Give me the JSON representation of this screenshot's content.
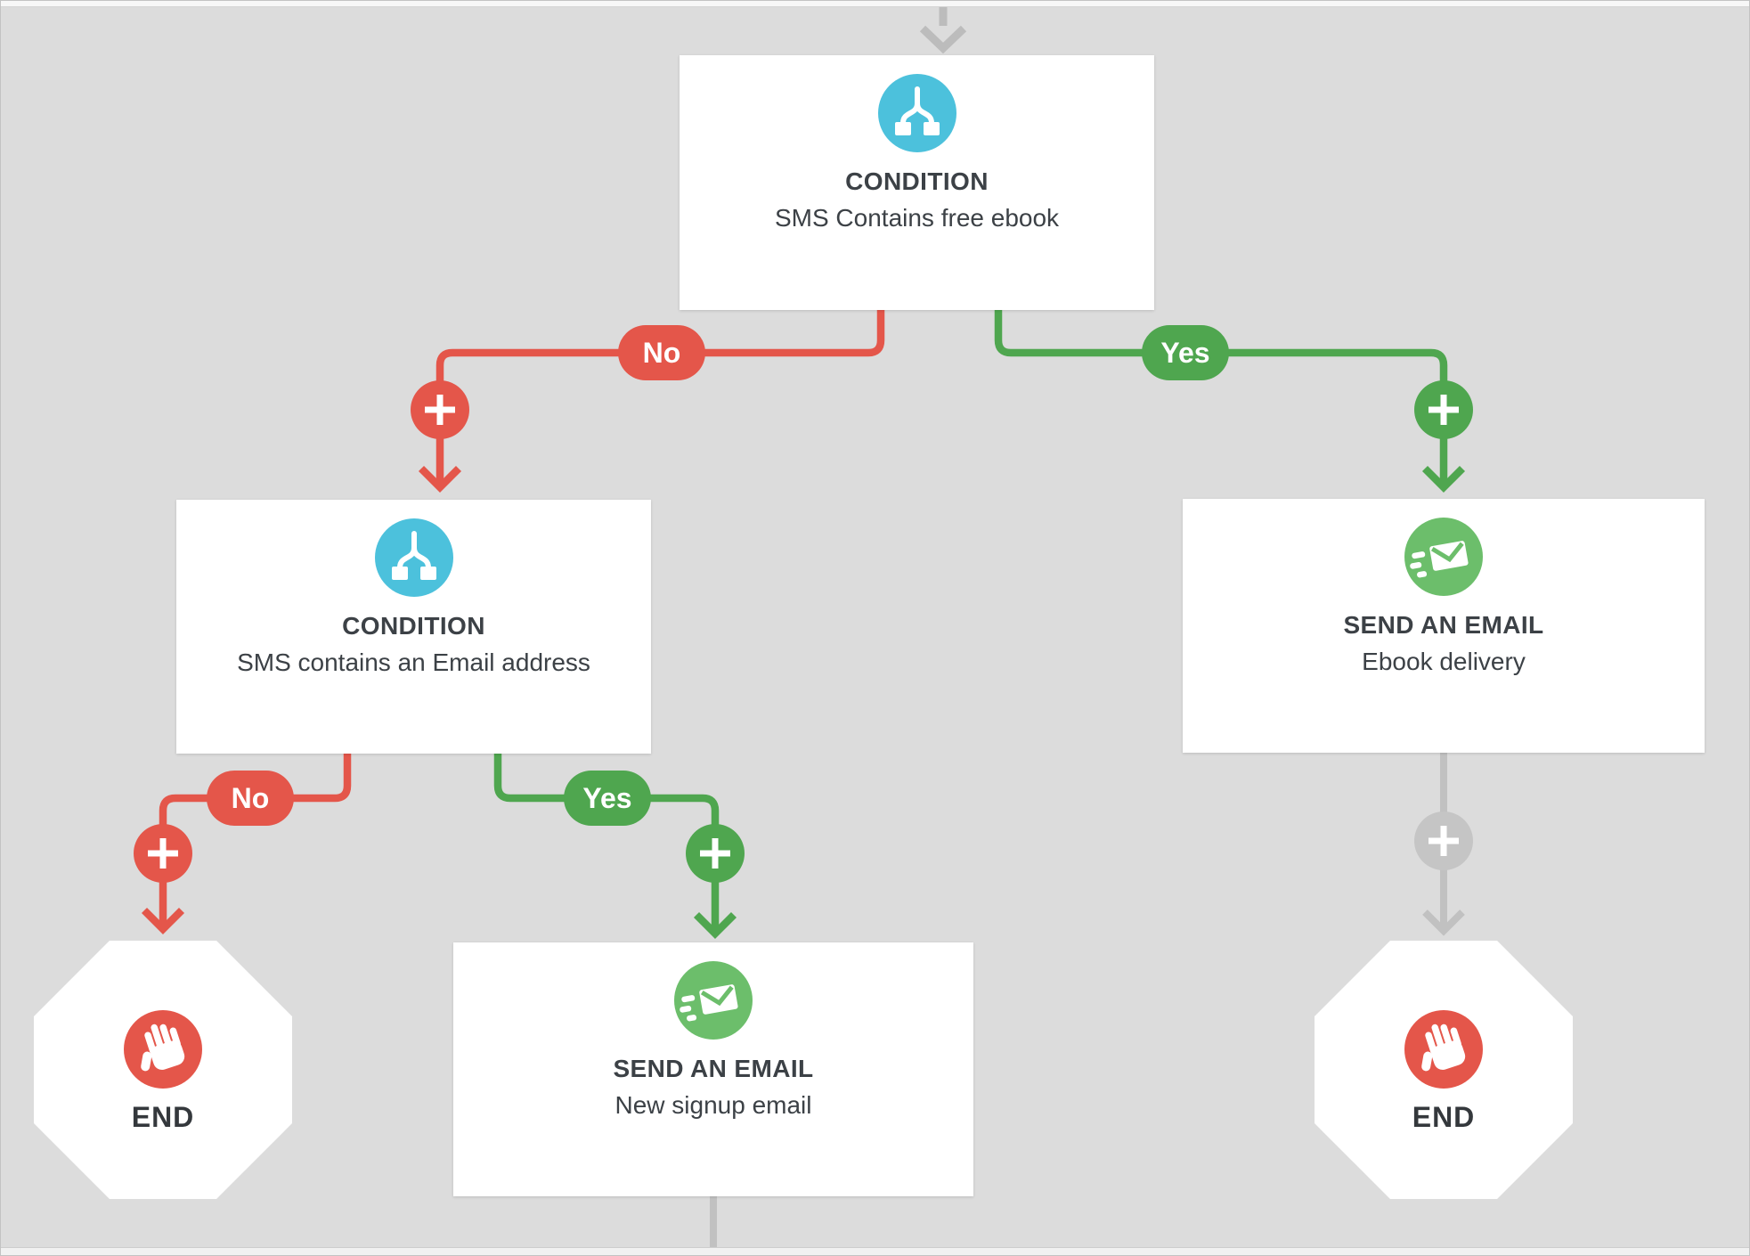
{
  "diagram": {
    "branch_labels": {
      "yes": "Yes",
      "no": "No"
    },
    "nodes": {
      "condition1": {
        "title": "CONDITION",
        "subtitle": "SMS Contains free ebook",
        "icon": "branch-split-icon"
      },
      "condition2": {
        "title": "CONDITION",
        "subtitle": "SMS contains an Email address",
        "icon": "branch-split-icon"
      },
      "email_right": {
        "title": "SEND AN EMAIL",
        "subtitle": "Ebook delivery",
        "icon": "send-email-icon"
      },
      "email_bottom": {
        "title": "SEND AN EMAIL",
        "subtitle": "New signup email",
        "icon": "send-email-icon"
      },
      "end_left": {
        "label": "END",
        "icon": "stop-hand-icon"
      },
      "end_right": {
        "label": "END",
        "icon": "stop-hand-icon"
      }
    },
    "colors": {
      "red": "#e4564a",
      "green": "#4fa64f",
      "icon_green": "#6cbe6b",
      "icon_blue": "#4cc1dc",
      "connector_gray": "#c1c1c1",
      "entry_arrow_gray": "#bcbcbc",
      "canvas_bg": "#dcdcdc",
      "text": "#3c4146"
    }
  }
}
